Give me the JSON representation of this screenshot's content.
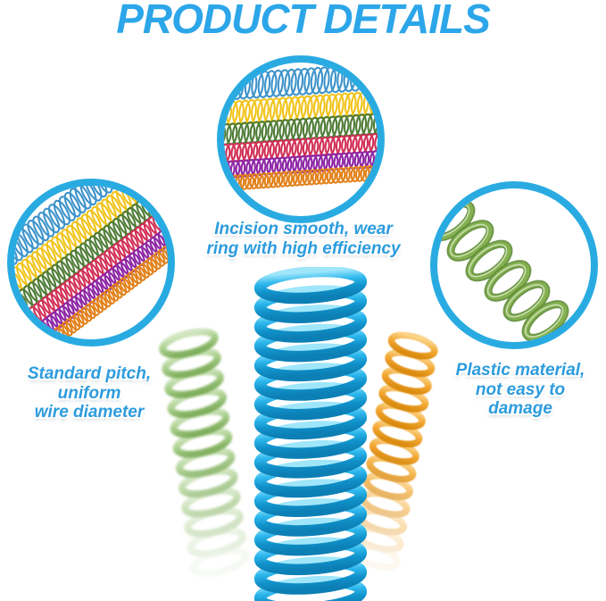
{
  "title": "PRODUCT DETAILS",
  "colors": {
    "accent_blue": "#2CA6E9",
    "caption_blue": "#2D9CDD",
    "circle_border": "#29ABE2",
    "coil_rows": [
      "#3D93CA",
      "#F1C319",
      "#4E7C36",
      "#D22F55",
      "#8E27A6",
      "#E2821B"
    ],
    "plastic_coil_green": "#85B150",
    "spring_blue": [
      "#9FE6FA",
      "#2FB9EE",
      "#1192CA",
      "#0C7FB5"
    ],
    "spring_green": [
      "#D3E7C2",
      "#A8CE8B",
      "#7FAE5C"
    ],
    "spring_orange": [
      "#FBD389",
      "#F3A833",
      "#DB8C10"
    ]
  },
  "callouts": {
    "top": {
      "image": "multicolor-spiral-coils",
      "lines": [
        "Incision smooth, wear",
        "ring with high efficiency"
      ]
    },
    "left": {
      "image": "multicolor-spiral-coils-diagonal",
      "lines": [
        "Standard pitch,",
        "uniform",
        "wire diameter"
      ]
    },
    "right": {
      "image": "green-plastic-spring",
      "lines": [
        "Plastic material,",
        "not easy to",
        "damage"
      ]
    }
  },
  "springs": [
    {
      "name": "green-spring"
    },
    {
      "name": "blue-spring"
    },
    {
      "name": "orange-spring"
    }
  ]
}
